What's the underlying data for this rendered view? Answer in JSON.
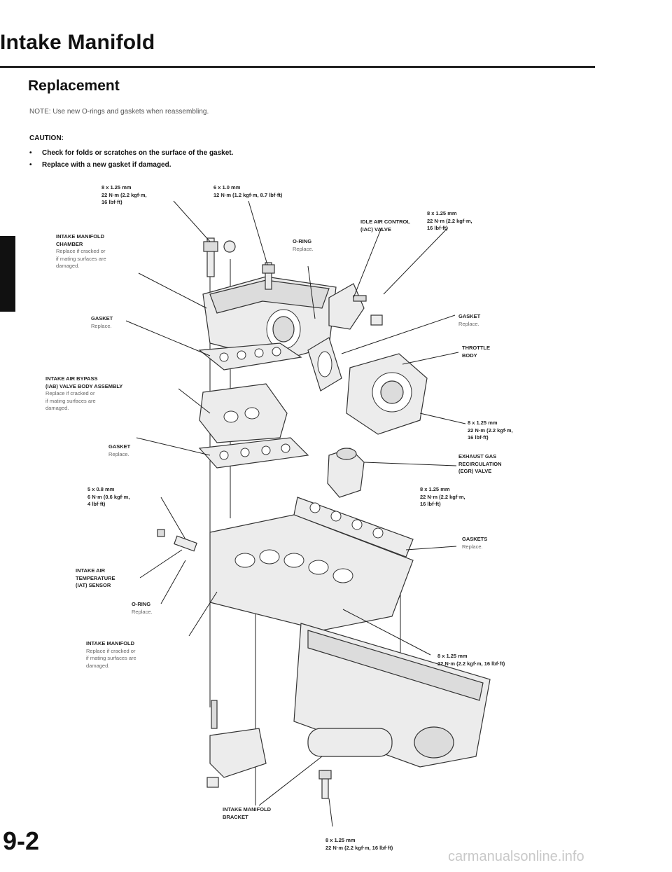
{
  "page": {
    "title": "Intake Manifold",
    "section": "Replacement",
    "note": "NOTE:  Use new O-rings and gaskets when reassembling.",
    "caution": {
      "heading": "CAUTION:",
      "items": [
        "Check for folds or scratches on the surface of the gasket.",
        "Replace with a new gasket if damaged."
      ],
      "bullet": "•"
    },
    "page_number": "9-2",
    "watermark": "carmanualsonline.info"
  },
  "labels": {
    "bolt_top_left": {
      "l1": "8 x 1.25 mm",
      "l2": "22 N·m (2.2 kgf·m,",
      "l3": "16 lbf·ft)"
    },
    "bolt_top_mid": {
      "l1": "6 x 1.0 mm",
      "l2": "12 N·m (1.2 kgf·m, 8.7 lbf·ft)"
    },
    "bolt_top_right": {
      "l1": "8 x 1.25 mm",
      "l2": "22 N·m (2.2 kgf·m,",
      "l3": "16 lbf·ft)"
    },
    "iac_valve": {
      "l1": "IDLE AIR CONTROL",
      "l2": "(IAC) VALVE"
    },
    "o_ring_top": {
      "name": "O-RING",
      "note": "Replace."
    },
    "chamber": {
      "l1": "INTAKE MANIFOLD",
      "l2": "CHAMBER",
      "n1": "Replace if cracked or",
      "n2": "if mating surfaces are",
      "n3": "damaged."
    },
    "gasket_1": {
      "name": "GASKET",
      "note": "Replace."
    },
    "gasket_right": {
      "name": "GASKET",
      "note": "Replace."
    },
    "throttle_body": {
      "l1": "THROTTLE",
      "l2": "BODY"
    },
    "iab_valve": {
      "l1": "INTAKE AIR BYPASS",
      "l2": "(IAB) VALVE BODY ASSEMBLY",
      "n1": "Replace if cracked or",
      "n2": "if mating surfaces are",
      "n3": "damaged."
    },
    "bolt_throttle": {
      "l1": "8 x 1.25 mm",
      "l2": "22 N·m (2.2 kgf·m,",
      "l3": "16 lbf·ft)"
    },
    "gasket_2": {
      "name": "GASKET",
      "note": "Replace."
    },
    "egr_valve": {
      "l1": "EXHAUST GAS",
      "l2": "RECIRCULATION",
      "l3": "(EGR) VALVE"
    },
    "bolt_egr": {
      "l1": "8 x 1.25 mm",
      "l2": "22 N·m (2.2 kgf·m,",
      "l3": "16 lbf·ft)"
    },
    "bolt_iat": {
      "l1": "5 x 0.8 mm",
      "l2": "6 N·m (0.6 kgf·m,",
      "l3": "4 lbf·ft)"
    },
    "gaskets": {
      "name": "GASKETS",
      "note": "Replace."
    },
    "iat_sensor": {
      "l1": "INTAKE AIR",
      "l2": "TEMPERATURE",
      "l3": "(IAT) SENSOR"
    },
    "o_ring_bottom": {
      "name": "O-RING",
      "note": "Replace."
    },
    "bolt_manifold": {
      "l1": "8 x 1.25 mm",
      "l2": "22 N·m (2.2 kgf·m, 16 lbf·ft)"
    },
    "manifold": {
      "l1": "INTAKE MANIFOLD",
      "n1": "Replace if cracked or",
      "n2": "if mating surfaces are",
      "n3": "damaged."
    },
    "bracket": {
      "l1": "INTAKE MANIFOLD",
      "l2": "BRACKET"
    },
    "bolt_bottom": {
      "l1": "8 x 1.25 mm",
      "l2": "22 N·m (2.2 kgf·m, 16 lbf·ft)"
    }
  }
}
